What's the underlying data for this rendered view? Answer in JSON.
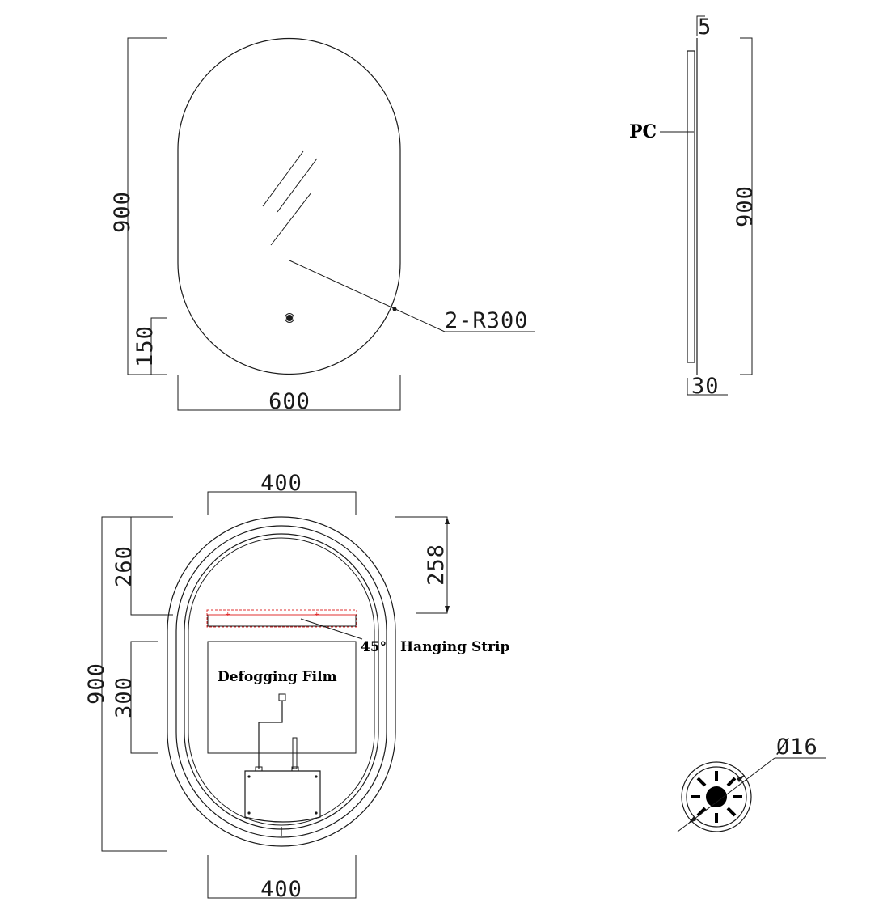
{
  "front_view": {
    "height": "900",
    "width": "600",
    "button_height": "150",
    "radius": "2-R300"
  },
  "side_view": {
    "thickness_top": "5",
    "material": "PC",
    "height": "900",
    "depth": "30"
  },
  "back_view": {
    "top_width": "400",
    "bottom_width": "400",
    "total_height": "900",
    "strip_offset_left": "260",
    "strip_offset_right": "258",
    "film_height": "300",
    "strip_label": "Hanging Strip",
    "strip_angle": "45°",
    "film_label": "Defogging Film"
  },
  "button_detail": {
    "diameter": "Ø16"
  },
  "colors": {
    "line": "#1a1a1a",
    "strip_highlight": "#e03030"
  }
}
